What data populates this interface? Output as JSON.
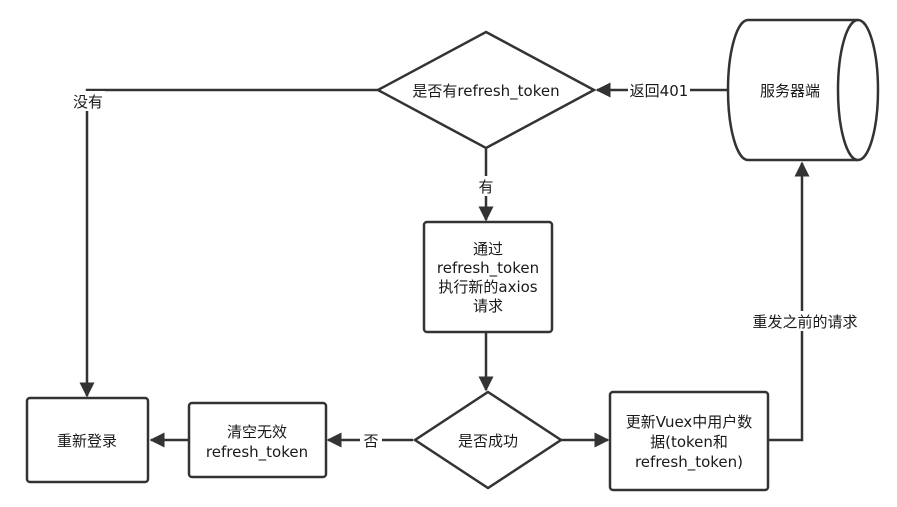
{
  "nodes": {
    "server": {
      "label": [
        "服务器端"
      ]
    },
    "has_refresh_token": {
      "label": [
        "是否有refresh_token"
      ]
    },
    "request_with_refresh_token": {
      "label": [
        "通过",
        "refresh_token",
        "执行新的axios",
        "请求"
      ]
    },
    "is_success": {
      "label": [
        "是否成功"
      ]
    },
    "update_vuex": {
      "label": [
        "更新Vuex中用户数",
        "据(token和",
        "refresh_token)"
      ]
    },
    "clear_invalid_token": {
      "label": [
        "清空无效",
        "refresh_token"
      ]
    },
    "relogin": {
      "label": [
        "重新登录"
      ]
    }
  },
  "edges": {
    "server_to_check": {
      "label": "返回401"
    },
    "check_no": {
      "label": "没有"
    },
    "check_yes": {
      "label": "有"
    },
    "success_no": {
      "label": "否"
    },
    "resend_previous": {
      "label": "重发之前的请求"
    }
  }
}
